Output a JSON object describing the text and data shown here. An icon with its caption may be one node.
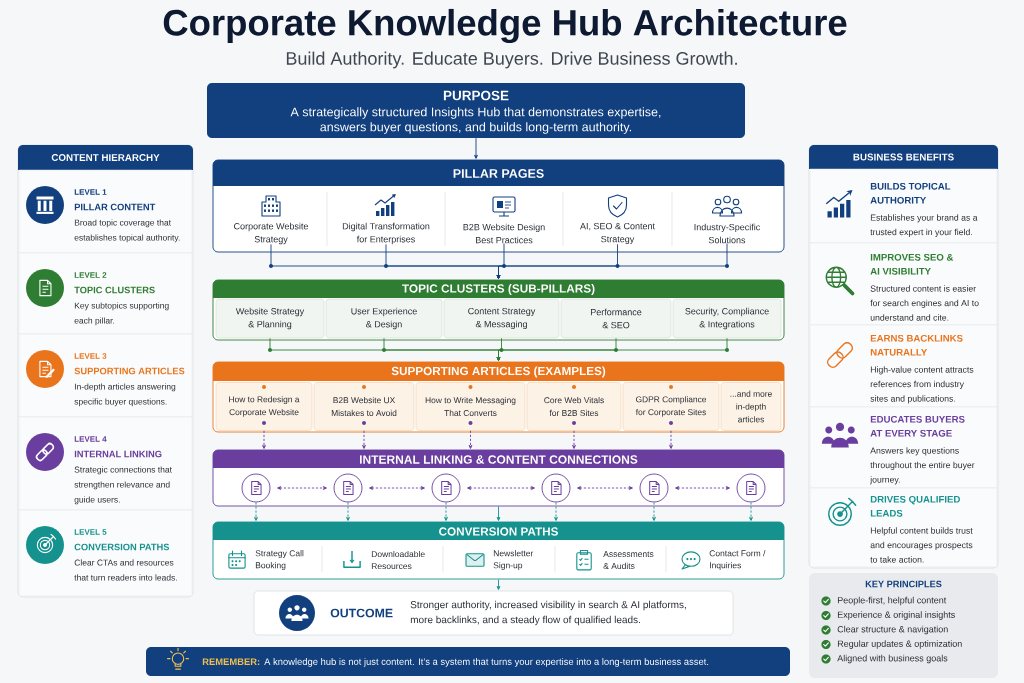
{
  "diagram": {
    "title": "Corporate Knowledge Hub Architecture",
    "nodes": [
      {
        "text": [
          "PURPOSE",
          "A strategically structured Insights Hub that demonstrates expertise, answers buyer questions, and builds long-term authority."
        ]
      },
      {
        "text": [
          "CONTENT HIERARCHY"
        ]
      },
      {
        "text": [
          "LEVEL 1",
          "PILLAR CONTENT",
          "Broad topic coverage that establishes topical authority."
        ],
        "in": 1
      },
      {
        "text": [
          "LEVEL 2",
          "TOPIC CLUSTERS",
          "Key subtopics supporting each pillar."
        ],
        "in": 1
      },
      {
        "text": [
          "LEVEL 3",
          "SUPPORTING ARTICLES",
          "In-depth articles answering specific buyer questions."
        ],
        "in": 1
      },
      {
        "text": [
          "LEVEL 4",
          "INTERNAL LINKING",
          "Strategic connections that strengthen relevance and guide users."
        ],
        "in": 1
      },
      {
        "text": [
          "LEVEL 5",
          "CONVERSION PATHS",
          "Clear CTAs and resources that turn readers into leads."
        ],
        "in": 1
      },
      {
        "text": [
          "PILLAR PAGES"
        ]
      },
      {
        "text": [
          "Corporate Website Strategy"
        ],
        "in": 7
      },
      {
        "text": [
          "Digital Transformation for Enterprises"
        ],
        "in": 7
      },
      {
        "text": [
          "B2B Website Design Best Practices"
        ],
        "in": 7
      },
      {
        "text": [
          "AI, SEO & Content Strategy"
        ],
        "in": 7
      },
      {
        "text": [
          "Industry-Specific Solutions"
        ],
        "in": 7
      },
      {
        "text": [
          "TOPIC CLUSTERS (SUB-PILLARS)"
        ]
      },
      {
        "text": [
          "Website Strategy & Planning"
        ],
        "in": 13
      },
      {
        "text": [
          "User Experience & Design"
        ],
        "in": 13
      },
      {
        "text": [
          "Content Strategy & Messaging"
        ],
        "in": 13
      },
      {
        "text": [
          "Performance & SEO"
        ],
        "in": 13
      },
      {
        "text": [
          "Security, Compliance & Integrations"
        ],
        "in": 13
      },
      {
        "text": [
          "SUPPORTING ARTICLES (EXAMPLES)"
        ]
      },
      {
        "text": [
          "How to Redesign a Corporate Website"
        ],
        "in": 19
      },
      {
        "text": [
          "B2B Website UX Mistakes to Avoid"
        ],
        "in": 19
      },
      {
        "text": [
          "How to Write Messaging That Converts"
        ],
        "in": 19
      },
      {
        "text": [
          "Core Web Vitals for B2B Sites"
        ],
        "in": 19
      },
      {
        "text": [
          "GDPR Compliance for Corporate Sites"
        ],
        "in": 19
      },
      {
        "text": [
          "...and more in-depth articles"
        ],
        "in": 19
      },
      {
        "text": [
          "INTERNAL LINKING & CONTENT CONNECTIONS"
        ]
      },
      {
        "text": [],
        "shape": "circle",
        "in": 26
      },
      {
        "text": [],
        "shape": "circle",
        "in": 26
      },
      {
        "text": [],
        "shape": "circle",
        "in": 26
      },
      {
        "text": [],
        "shape": "circle",
        "in": 26
      },
      {
        "text": [],
        "shape": "circle",
        "in": 26
      },
      {
        "text": [],
        "shape": "circle",
        "in": 26
      },
      {
        "text": [
          "CONVERSION PATHS"
        ]
      },
      {
        "text": [
          "Strategy Call Booking"
        ],
        "in": 33
      },
      {
        "text": [
          "Downloadable Resources"
        ],
        "in": 33
      },
      {
        "text": [
          "Newsletter Sign-up"
        ],
        "in": 33
      },
      {
        "text": [
          "Assessments & Audits"
        ],
        "in": 33
      },
      {
        "text": [
          "Contact Form / Inquiries"
        ],
        "in": 33
      },
      {
        "text": [
          "OUTCOME",
          "Stronger authority, increased visibility in search & AI platforms, more backlinks, and a steady flow of qualified leads."
        ]
      },
      {
        "text": [
          "BUSINESS BENEFITS"
        ]
      },
      {
        "text": [
          "BUILDS TOPICAL AUTHORITY",
          "Establishes your brand as a trusted expert in your field."
        ],
        "in": 40
      },
      {
        "text": [
          "IMPROVES SEO & AI VISIBILITY",
          "Structured content is easier for search engines and AI to understand and cite."
        ],
        "in": 40
      },
      {
        "text": [
          "EARNS BACKLINKS NATURALLY",
          "High-value content attracts references from industry sites and publications."
        ],
        "in": 40
      },
      {
        "text": [
          "EDUCATES BUYERS AT EVERY STAGE",
          "Answers key questions throughout the entire buyer journey."
        ],
        "in": 40
      },
      {
        "text": [
          "DRIVES QUALIFIED LEADS",
          "Helpful content builds trust and encourages prospects to take action."
        ],
        "in": 40
      },
      {
        "text": [
          "KEY PRINCIPLES",
          "People-first, helpful content",
          "Experience & original insights",
          "Clear structure & navigation",
          "Regular updates & optimization",
          "Aligned with business goals"
        ]
      },
      {
        "text": [
          "REMEMBER:",
          "A knowledge hub is not just content. It’s a system that turns your expertise into a long-term business asset."
        ]
      }
    ],
    "edges": [
      {
        "from": 0,
        "to": 7,
        "arrow": "to"
      },
      {
        "from": 8,
        "to": 13,
        "arrow": "to"
      },
      {
        "from": 9,
        "to": 13,
        "arrow": "to"
      },
      {
        "from": 10,
        "to": 13,
        "arrow": "to"
      },
      {
        "from": 11,
        "to": 13,
        "arrow": "to"
      },
      {
        "from": 12,
        "to": 13,
        "arrow": "to"
      },
      {
        "from": 14,
        "to": 19,
        "arrow": "to",
        "color": "#2e7d32"
      },
      {
        "from": 15,
        "to": 19,
        "arrow": "to",
        "color": "#2e7d32"
      },
      {
        "from": 16,
        "to": 19,
        "arrow": "to",
        "color": "#2e7d32"
      },
      {
        "from": 17,
        "to": 19,
        "arrow": "to",
        "color": "#2e7d32"
      },
      {
        "from": 18,
        "to": 19,
        "arrow": "to",
        "color": "#2e7d32"
      },
      {
        "from": 20,
        "to": 26,
        "arrow": "to",
        "style": "dashed",
        "color": "#6a3e9e"
      },
      {
        "from": 21,
        "to": 26,
        "arrow": "to",
        "style": "dashed",
        "color": "#6a3e9e"
      },
      {
        "from": 22,
        "to": 26,
        "arrow": "to",
        "style": "dashed",
        "color": "#6a3e9e"
      },
      {
        "from": 23,
        "to": 26,
        "arrow": "to",
        "style": "dashed",
        "color": "#6a3e9e"
      },
      {
        "from": 24,
        "to": 26,
        "arrow": "to",
        "style": "dashed",
        "color": "#6a3e9e"
      },
      {
        "from": 27,
        "to": 28,
        "arrow": "both",
        "style": "dashed",
        "color": "#6a3e9e"
      },
      {
        "from": 28,
        "to": 29,
        "arrow": "both",
        "style": "dashed",
        "color": "#6a3e9e"
      },
      {
        "from": 29,
        "to": 30,
        "arrow": "both",
        "style": "dashed",
        "color": "#6a3e9e"
      },
      {
        "from": 30,
        "to": 31,
        "arrow": "both",
        "style": "dashed",
        "color": "#6a3e9e"
      },
      {
        "from": 31,
        "to": 32,
        "arrow": "both",
        "style": "dashed",
        "color": "#6a3e9e"
      },
      {
        "from": 26,
        "to": 33,
        "arrow": "to",
        "color": "#15928e"
      },
      {
        "from": 27,
        "to": 33,
        "arrow": "to",
        "style": "dashed",
        "color": "#15928e"
      },
      {
        "from": 28,
        "to": 33,
        "arrow": "to",
        "style": "dashed",
        "color": "#15928e"
      },
      {
        "from": 29,
        "to": 33,
        "arrow": "to",
        "style": "dashed",
        "color": "#15928e"
      },
      {
        "from": 30,
        "to": 33,
        "arrow": "to",
        "style": "dashed",
        "color": "#15928e"
      },
      {
        "from": 31,
        "to": 33,
        "arrow": "to",
        "style": "dashed",
        "color": "#15928e"
      },
      {
        "from": 32,
        "to": 33,
        "arrow": "to",
        "style": "dashed",
        "color": "#15928e"
      },
      {
        "from": 33,
        "to": 39,
        "arrow": "to",
        "color": "#15928e"
      }
    ],
    "labels": [
      "Build Authority. Educate Buyers. Drive Business Growth."
    ]
  }
}
